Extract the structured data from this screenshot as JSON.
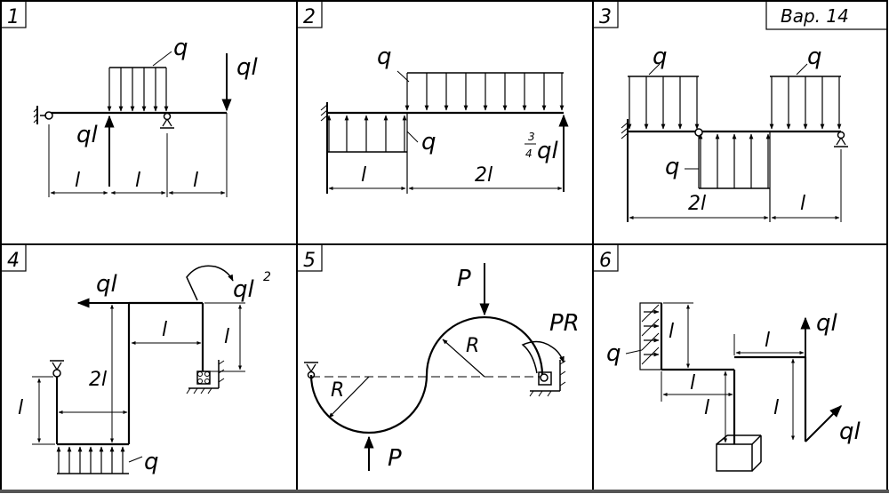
{
  "variant": "Вар. 14",
  "panels": [
    {
      "number": "1",
      "labels": {
        "q": "q",
        "ql_top": "ql",
        "ql_bottom": "ql",
        "l1": "l",
        "l2": "l",
        "l3": "l"
      }
    },
    {
      "number": "2",
      "labels": {
        "q_top": "q",
        "q_bottom": "q",
        "moment_coef_num": "3",
        "moment_coef_den": "4",
        "ql": "ql",
        "l": "l",
        "l2": "2l"
      }
    },
    {
      "number": "3",
      "labels": {
        "q1": "q",
        "q2": "q",
        "q3": "q",
        "l2": "2l",
        "l": "l"
      }
    },
    {
      "number": "4",
      "labels": {
        "ql": "ql",
        "ql2": "ql",
        "exp": "2",
        "l_top": "l",
        "l_right": "l",
        "l2": "2l",
        "l_left": "l",
        "q": "q"
      }
    },
    {
      "number": "5",
      "labels": {
        "P_top": "P",
        "PR": "PR",
        "R1": "R",
        "R2": "R",
        "P_bottom": "P"
      }
    },
    {
      "number": "6",
      "labels": {
        "q": "q",
        "l_left_vert": "l",
        "ql_top": "ql",
        "l_top": "l",
        "l_mid": "l",
        "l_diag": "l",
        "l_right": "l",
        "ql_right": "ql"
      }
    }
  ]
}
